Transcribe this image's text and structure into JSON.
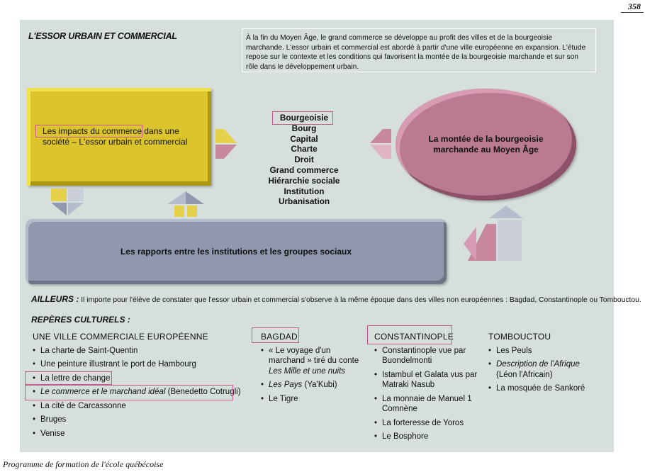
{
  "page_number": "358",
  "title": "L'ESSOR URBAIN ET COMMERCIAL",
  "intro": "À la fin du Moyen Âge, le grand commerce se développe au profit des villes et de la bourgeoisie marchande. L'essor urbain et commercial est abordé à partir d'une ville européenne en expansion. L'étude repose sur le contexte et les conditions qui favorisent la montée de la bourgeoisie marchande et sur son rôle dans le développement urbain.",
  "diagram": {
    "yellow_box": "Les impacts du commerce dans une société – L'essor urbain et commercial",
    "grey_box": "Les rapports entre les institutions et les groupes sociaux",
    "ellipse": "La montée de la bourgeoisie marchande au Moyen Âge",
    "concepts": [
      "Bourgeoisie",
      "Bourg",
      "Capital",
      "Charte",
      "Droit",
      "Grand commerce",
      "Hiérarchie sociale",
      "Institution",
      "Urbanisation"
    ],
    "colors": {
      "yellow": "#dcc52c",
      "grey": "#8f98ac",
      "mauve": "#b97a92",
      "highlight": "#c45a8a"
    }
  },
  "ailleurs": {
    "label": "AILLEURS :",
    "text": "Il importe pour l'élève de constater que l'essor urbain et commercial s'observe à la même époque dans des villes non européennes : Bagdad, Constantinople ou Tombouctou."
  },
  "reperes_title": "REPÈRES CULTURELS :",
  "columns": {
    "europe": {
      "heading": "UNE VILLE COMMERCIALE EUROPÉENNE",
      "items": [
        "La charte de Saint-Quentin",
        "Une peinture illustrant le port de Hambourg",
        "La lettre de change",
        "Le commerce et le marchand idéal",
        "La cité de Carcassonne",
        "Bruges",
        "Venise"
      ],
      "item4_author": " (Benedetto Cotrugli)"
    },
    "bagdad": {
      "heading": "BAGDAD",
      "item1_a": "« Le voyage d'un marchand » tiré du conte ",
      "item1_b": "Les Mille et une nuits",
      "item2_a": "Les Pays",
      "item2_b": " (Ya'Kubi)",
      "item3": "Le Tigre"
    },
    "constantinople": {
      "heading": "CONSTANTINOPLE",
      "items": [
        "Constantinople vue par Buondelmonti",
        "Istambul et Galata vus par Matraki Nasub",
        "La monnaie de Manuel 1 Comnène",
        "La forteresse de Yoros",
        "Le Bosphore"
      ]
    },
    "tombouctou": {
      "heading": "TOMBOUCTOU",
      "item1": "Les Peuls",
      "item2_a": "Description de l'Afrique",
      "item2_b": " (Léon l'Africain)",
      "item3": "La mosquée de Sankoré"
    }
  },
  "footer": "Programme de formation de l'école québécoise"
}
